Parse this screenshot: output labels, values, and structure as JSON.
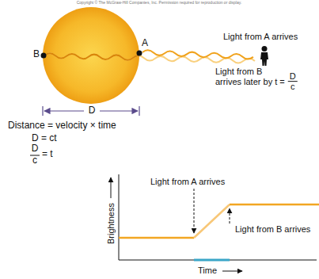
{
  "diagram": {
    "labels": [
      "Copyright © The McGraw-Hill Companies, Inc. Permission required for reproduction or display.",
      "B",
      "A",
      "Light from A arrives",
      "Light from B arrives later by t =",
      "D",
      "c",
      "D",
      "Distance = velocity × time",
      "D = ct",
      "D",
      "c",
      "= t",
      "Brightness",
      "Light from A arrives",
      "Light from B arrives",
      "Time"
    ]
  }
}
